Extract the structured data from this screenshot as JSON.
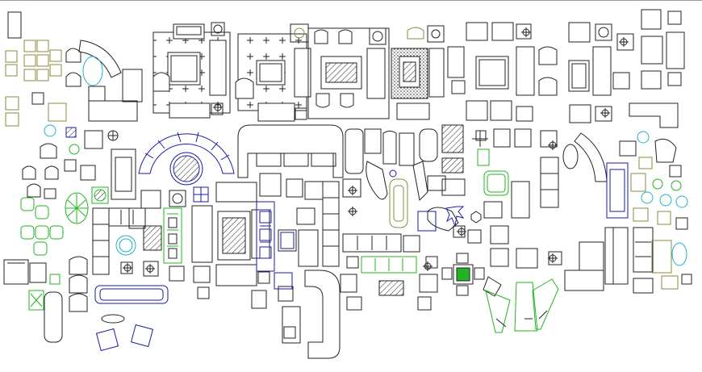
{
  "drawing": {
    "line_colors": {
      "default": "#222222",
      "olive": "#8a8a3c",
      "blue": "#1a1aa8",
      "green": "#22b422",
      "cyan": "#1ab4c8",
      "frame": "#999999"
    },
    "background": "#ffffff",
    "block_types": [
      "sofa",
      "armchair",
      "table",
      "rug",
      "plant",
      "bench"
    ]
  }
}
